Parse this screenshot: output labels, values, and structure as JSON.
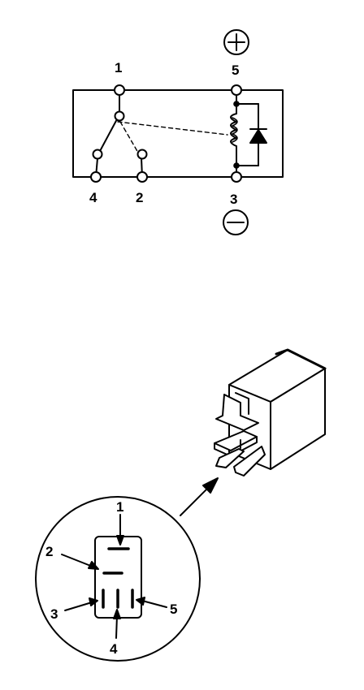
{
  "schematic": {
    "terminals": [
      "1",
      "5",
      "4",
      "2",
      "3"
    ],
    "polarity": {
      "positive": "positive-symbol",
      "negative": "negative-symbol"
    },
    "components": [
      "switch",
      "relay-coil",
      "diode"
    ]
  },
  "connector_detail": {
    "pins": [
      "1",
      "2",
      "3",
      "4",
      "5"
    ]
  },
  "colors": {
    "ink": "#000000",
    "background": "#ffffff"
  }
}
